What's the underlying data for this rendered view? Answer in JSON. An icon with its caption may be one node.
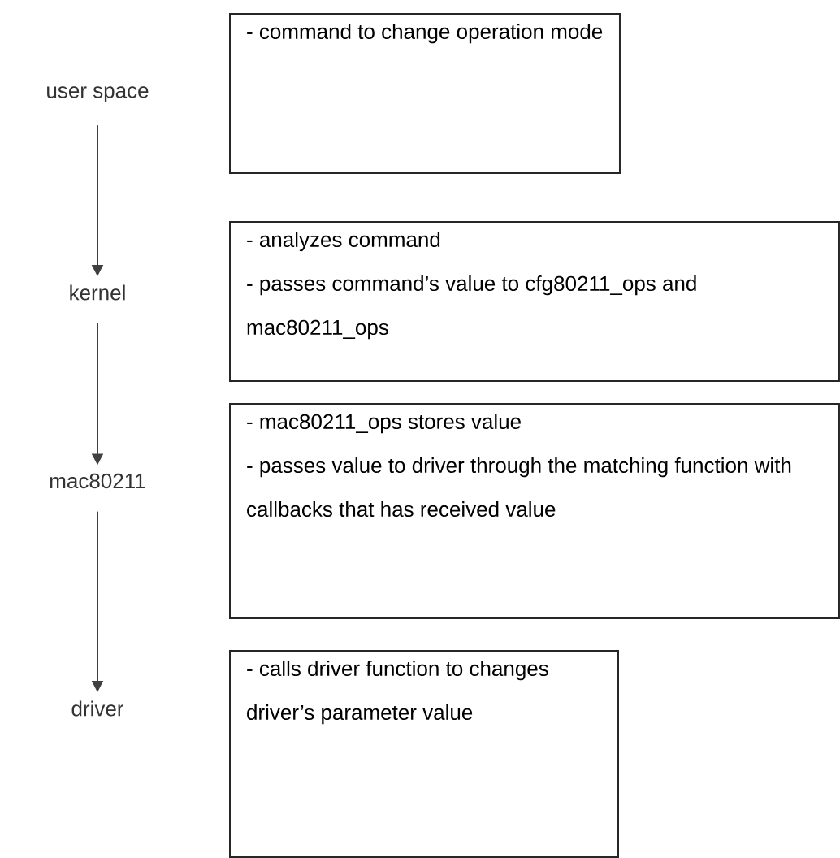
{
  "diagram": {
    "nodes": [
      {
        "text": [
          "user space"
        ]
      },
      {
        "text": [
          "- command to change operation mode"
        ]
      },
      {
        "text": [
          "kernel"
        ]
      },
      {
        "text": [
          "- analyzes command",
          "- passes command’s value to cfg80211_ops and mac80211_ops"
        ]
      },
      {
        "text": [
          "mac80211"
        ]
      },
      {
        "text": [
          "- mac80211_ops stores value",
          "- passes value to driver through the matching function with callbacks that has received value"
        ]
      },
      {
        "text": [
          "driver"
        ]
      },
      {
        "text": [
          "- calls driver function to changes driver’s parameter value"
        ]
      }
    ],
    "edges": [
      {
        "from": 0,
        "to": 2,
        "arrow": "to"
      },
      {
        "from": 2,
        "to": 4,
        "arrow": "to"
      },
      {
        "from": 4,
        "to": 6,
        "arrow": "to"
      }
    ]
  }
}
